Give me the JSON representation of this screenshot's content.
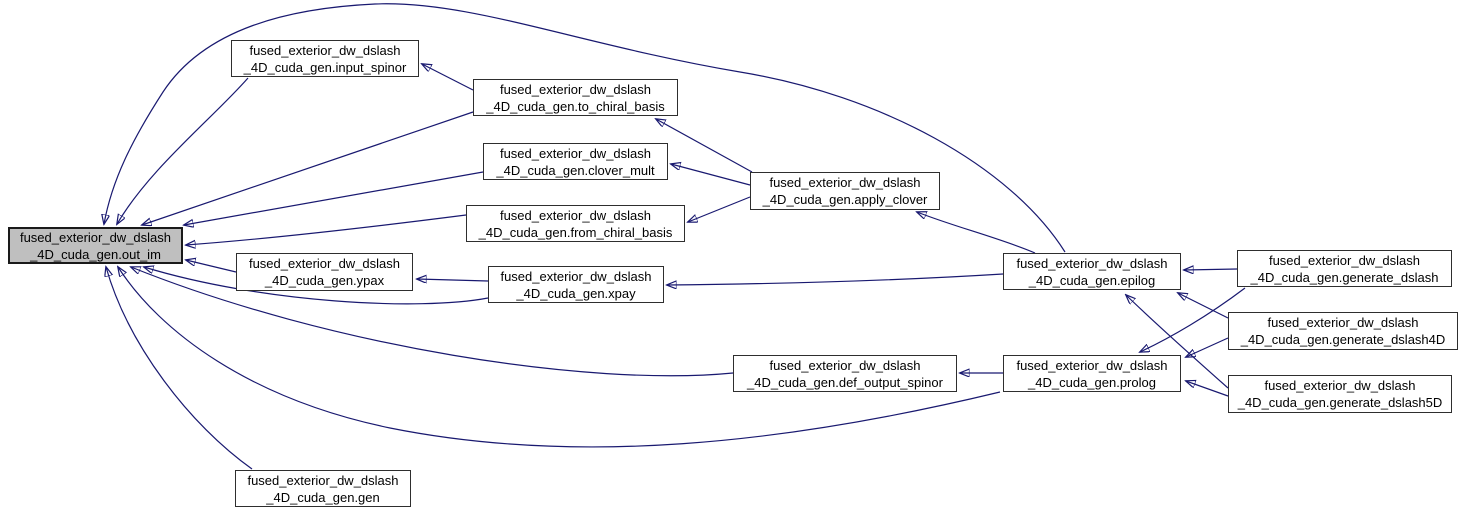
{
  "diagram": {
    "type": "caller-graph",
    "focus_node": "out_im",
    "background_color": "#ffffff",
    "edge_color": "#191970",
    "node_fill_color": "#ffffff",
    "node_border_color": "#2e2e2e",
    "focus_fill_color": "#bfbfbf",
    "text_color": "#000000"
  },
  "nodes": [
    {
      "id": "out_im",
      "line1": "fused_exterior_dw_dslash",
      "line2": "_4D_cuda_gen.out_im",
      "focus": true
    },
    {
      "id": "input_spinor",
      "line1": "fused_exterior_dw_dslash",
      "line2": "_4D_cuda_gen.input_spinor",
      "focus": false
    },
    {
      "id": "to_chiral_basis",
      "line1": "fused_exterior_dw_dslash",
      "line2": "_4D_cuda_gen.to_chiral_basis",
      "focus": false
    },
    {
      "id": "clover_mult",
      "line1": "fused_exterior_dw_dslash",
      "line2": "_4D_cuda_gen.clover_mult",
      "focus": false
    },
    {
      "id": "from_chiral_basis",
      "line1": "fused_exterior_dw_dslash",
      "line2": "_4D_cuda_gen.from_chiral_basis",
      "focus": false
    },
    {
      "id": "apply_clover",
      "line1": "fused_exterior_dw_dslash",
      "line2": "_4D_cuda_gen.apply_clover",
      "focus": false
    },
    {
      "id": "ypax",
      "line1": "fused_exterior_dw_dslash",
      "line2": "_4D_cuda_gen.ypax",
      "focus": false
    },
    {
      "id": "xpay",
      "line1": "fused_exterior_dw_dslash",
      "line2": "_4D_cuda_gen.xpay",
      "focus": false
    },
    {
      "id": "epilog",
      "line1": "fused_exterior_dw_dslash",
      "line2": "_4D_cuda_gen.epilog",
      "focus": false
    },
    {
      "id": "prolog",
      "line1": "fused_exterior_dw_dslash",
      "line2": "_4D_cuda_gen.prolog",
      "focus": false
    },
    {
      "id": "def_output_spinor",
      "line1": "fused_exterior_dw_dslash",
      "line2": "_4D_cuda_gen.def_output_spinor",
      "focus": false
    },
    {
      "id": "gen",
      "line1": "fused_exterior_dw_dslash",
      "line2": "_4D_cuda_gen.gen",
      "focus": false
    },
    {
      "id": "generate_dslash",
      "line1": "fused_exterior_dw_dslash",
      "line2": "_4D_cuda_gen.generate_dslash",
      "focus": false
    },
    {
      "id": "generate_dslash4D",
      "line1": "fused_exterior_dw_dslash",
      "line2": "_4D_cuda_gen.generate_dslash4D",
      "focus": false
    },
    {
      "id": "generate_dslash5D",
      "line1": "fused_exterior_dw_dslash",
      "line2": "_4D_cuda_gen.generate_dslash5D",
      "focus": false
    }
  ],
  "edges": [
    {
      "from": "input_spinor",
      "to": "out_im"
    },
    {
      "from": "to_chiral_basis",
      "to": "out_im"
    },
    {
      "from": "clover_mult",
      "to": "out_im"
    },
    {
      "from": "from_chiral_basis",
      "to": "out_im"
    },
    {
      "from": "ypax",
      "to": "out_im"
    },
    {
      "from": "xpay",
      "to": "out_im"
    },
    {
      "from": "epilog",
      "to": "out_im"
    },
    {
      "from": "prolog",
      "to": "out_im"
    },
    {
      "from": "def_output_spinor",
      "to": "out_im"
    },
    {
      "from": "gen",
      "to": "out_im"
    },
    {
      "from": "to_chiral_basis",
      "to": "input_spinor"
    },
    {
      "from": "apply_clover",
      "to": "to_chiral_basis"
    },
    {
      "from": "apply_clover",
      "to": "clover_mult"
    },
    {
      "from": "apply_clover",
      "to": "from_chiral_basis"
    },
    {
      "from": "epilog",
      "to": "apply_clover"
    },
    {
      "from": "epilog",
      "to": "xpay"
    },
    {
      "from": "xpay",
      "to": "ypax"
    },
    {
      "from": "prolog",
      "to": "def_output_spinor"
    },
    {
      "from": "generate_dslash",
      "to": "epilog"
    },
    {
      "from": "generate_dslash",
      "to": "prolog"
    },
    {
      "from": "generate_dslash4D",
      "to": "epilog"
    },
    {
      "from": "generate_dslash4D",
      "to": "prolog"
    },
    {
      "from": "generate_dslash5D",
      "to": "epilog"
    },
    {
      "from": "generate_dslash5D",
      "to": "prolog"
    }
  ]
}
